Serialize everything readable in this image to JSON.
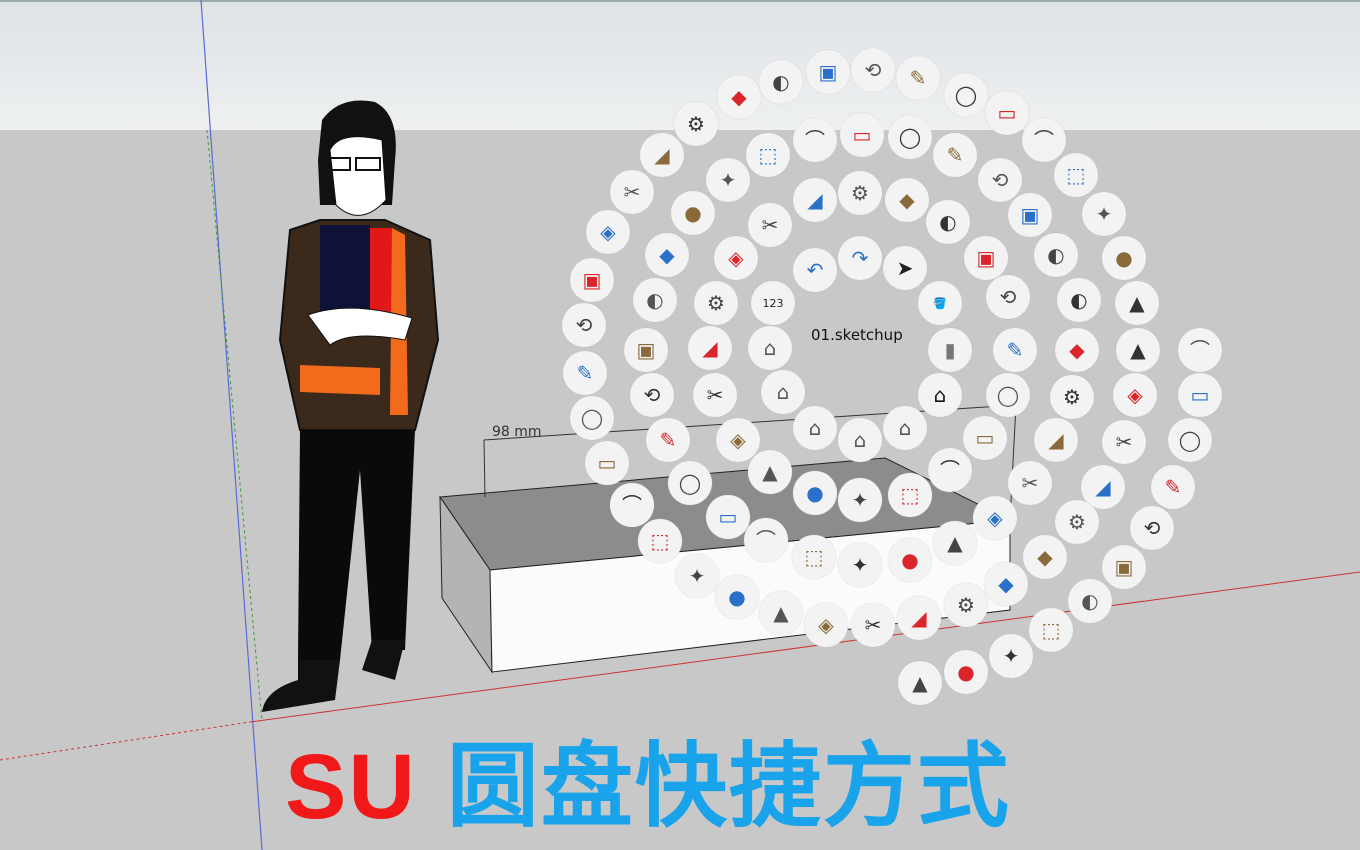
{
  "viewport": {
    "center_label": "01.sketchup",
    "dimension_label": "98 mm"
  },
  "title": {
    "prefix": "SU",
    "text": "圆盘快捷方式"
  },
  "colors": {
    "title_prefix": "#f01818",
    "title_text": "#19a3ea",
    "accent_red": "#d9252b",
    "sky": "#eef0f1",
    "ground": "#c8c8c8"
  },
  "radial_menu": {
    "icons": [
      {
        "name": "select-arrow-icon",
        "glyph": "➤",
        "color": "#222"
      },
      {
        "name": "undo-icon",
        "glyph": "↶",
        "color": "#2a6fc9"
      },
      {
        "name": "redo-icon",
        "glyph": "↷",
        "color": "#2a6fc9"
      },
      {
        "name": "dimension-123-icon",
        "glyph": "123",
        "color": "#222"
      },
      {
        "name": "paint-bucket-icon",
        "glyph": "🪣",
        "color": "#c9a000"
      },
      {
        "name": "component-icon",
        "glyph": "▮",
        "color": "#777"
      },
      {
        "name": "home-icon",
        "glyph": "⌂",
        "color": "#111"
      },
      {
        "name": "house-front-icon",
        "glyph": "⌂",
        "color": "#555"
      },
      {
        "name": "house-top-icon",
        "glyph": "⌂",
        "color": "#555"
      },
      {
        "name": "house-side-icon",
        "glyph": "⌂",
        "color": "#555"
      },
      {
        "name": "house-iso-icon",
        "glyph": "⌂",
        "color": "#555"
      },
      {
        "name": "house-back-icon",
        "glyph": "⌂",
        "color": "#555"
      }
    ]
  }
}
